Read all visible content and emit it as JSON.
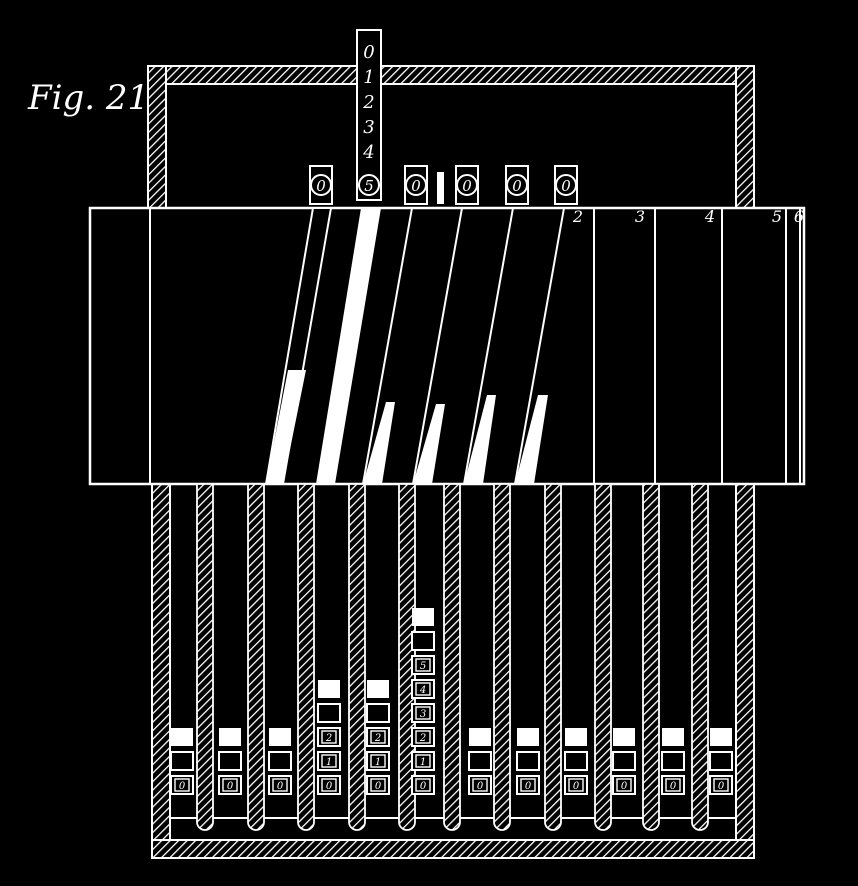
{
  "figure_label": "Fig. 21.",
  "top_slide": {
    "numerals": [
      "0",
      "1",
      "2",
      "3",
      "4"
    ]
  },
  "windows": [
    "0",
    "5",
    "0",
    "0",
    "0",
    "0"
  ],
  "band": {
    "column_numerals": [
      "2",
      "3",
      "4",
      "5",
      "6"
    ]
  },
  "columns": [
    {
      "plain_blocks": 2,
      "numbered": [
        "0"
      ]
    },
    {
      "plain_blocks": 2,
      "numbered": [
        "0"
      ]
    },
    {
      "plain_blocks": 2,
      "numbered": [
        "0"
      ]
    },
    {
      "plain_blocks": 2,
      "numbered": [
        "0",
        "1",
        "2"
      ]
    },
    {
      "plain_blocks": 2,
      "numbered": [
        "0",
        "1",
        "2"
      ]
    },
    {
      "plain_blocks": 2,
      "numbered": [
        "0",
        "1",
        "2",
        "3",
        "4",
        "5"
      ]
    },
    {
      "plain_blocks": 2,
      "numbered": [
        "0"
      ]
    },
    {
      "plain_blocks": 2,
      "numbered": [
        "0"
      ]
    },
    {
      "plain_blocks": 2,
      "numbered": [
        "0"
      ]
    },
    {
      "plain_blocks": 2,
      "numbered": [
        "0"
      ]
    },
    {
      "plain_blocks": 2,
      "numbered": [
        "0"
      ]
    },
    {
      "plain_blocks": 2,
      "numbered": [
        "0"
      ]
    }
  ],
  "colors": {
    "background": "#000000",
    "ink": "#ffffff"
  }
}
